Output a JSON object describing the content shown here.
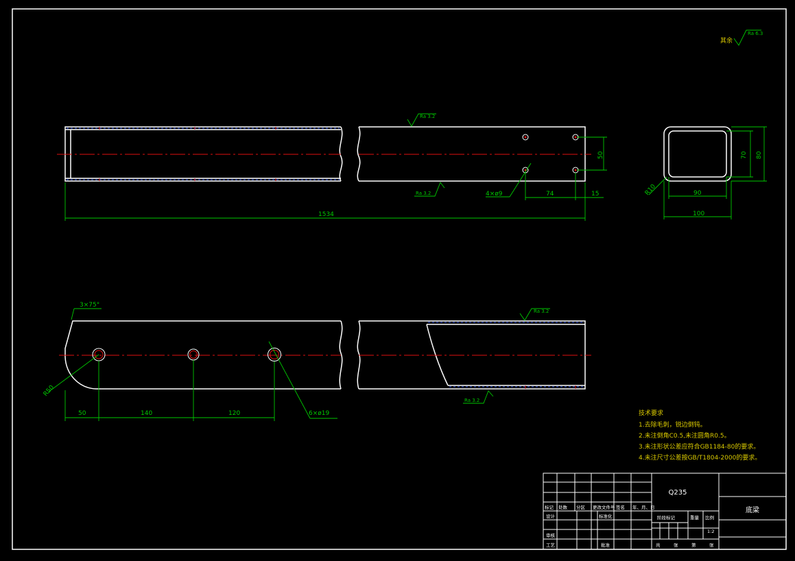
{
  "surface_finish": {
    "other_prefix": "其余",
    "other_value": "Ra 6.3",
    "top_view_top": "Ra 3.2",
    "top_view_bottom": "Ra 3.2",
    "side_view_top": "Ra 3.2",
    "side_view_bottom": "Ra 3.2"
  },
  "dimensions": {
    "total_length": "1534",
    "hole_spacing_vertical": "50",
    "hole_spacing_horizontal": "74",
    "edge_offset": "15",
    "small_holes": "4×ø9",
    "section_inner_width": "90",
    "section_outer_width": "100",
    "section_inner_height": "70",
    "section_outer_height": "80",
    "corner_radius": "R10",
    "chamfer": "3×75°",
    "end_radius": "R50",
    "hole_pitch_first": "50",
    "hole_pitch_second": "140",
    "hole_pitch_third": "120",
    "large_holes": "6×ø19"
  },
  "tech_requirements": {
    "title": "技术要求",
    "items": [
      "1.去除毛刺，锐边倒钝。",
      "2.未注倒角C0.5,未注圆角R0.5。",
      "3.未注形状公差应符合GB1184-80的要求。",
      "4.未注尺寸公差按GB/T1804-2000的要求。"
    ]
  },
  "title_block": {
    "material": "Q235",
    "part_name": "底梁",
    "scale": "1:2",
    "headers": [
      "标记",
      "处数",
      "分区",
      "更改文件号",
      "签名",
      "年、月、日"
    ],
    "row_design": "设计",
    "row_standard": "标准化",
    "row_review": "审核",
    "row_process": "工艺",
    "row_approve": "批准",
    "stage_mark": "阶段标记",
    "weight": "重量",
    "ratio_label": "比例",
    "sheets_total": "共",
    "sheets_label": "张",
    "sheet_no": "第",
    "sheet_label": "张"
  }
}
